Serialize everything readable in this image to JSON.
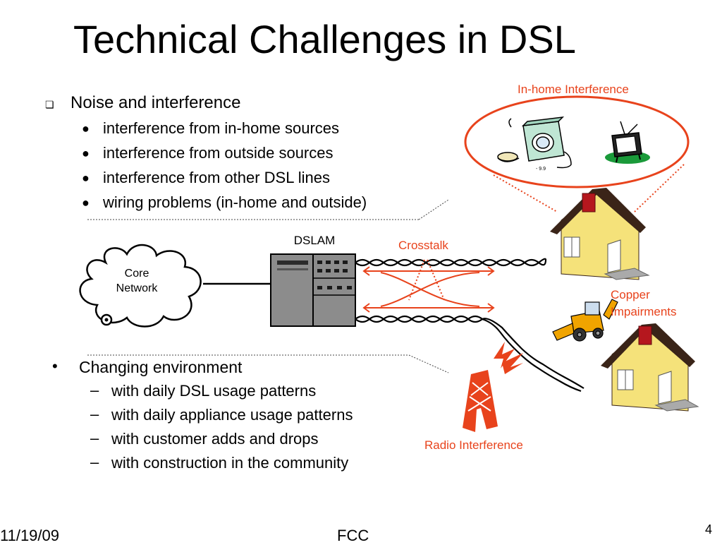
{
  "title": "Technical Challenges in DSL",
  "section1": {
    "heading": "Noise and interference",
    "items": [
      "interference from in-home sources",
      "interference from outside sources",
      "interference from other DSL lines",
      "wiring problems (in-home and outside)"
    ]
  },
  "section2": {
    "heading": "Changing environment",
    "items": [
      "with daily DSL usage patterns",
      "with daily appliance usage patterns",
      "with customer adds and drops",
      "with construction in the community"
    ]
  },
  "diagram": {
    "core_network": "Core\nNetwork",
    "dslam": "DSLAM",
    "crosstalk": "Crosstalk",
    "in_home_interference": "In-home Interference",
    "copper_impairments": "Copper\nImpairments",
    "radio_interference": "Radio Interference"
  },
  "colors": {
    "accent": "#e8431c",
    "house_wall": "#f5e27a",
    "house_roof": "#3a2418",
    "chimney": "#b5171e",
    "dslam_gray": "#8c8c8c"
  },
  "footer": {
    "date": "11/19/09",
    "center": "FCC",
    "page": "4"
  }
}
